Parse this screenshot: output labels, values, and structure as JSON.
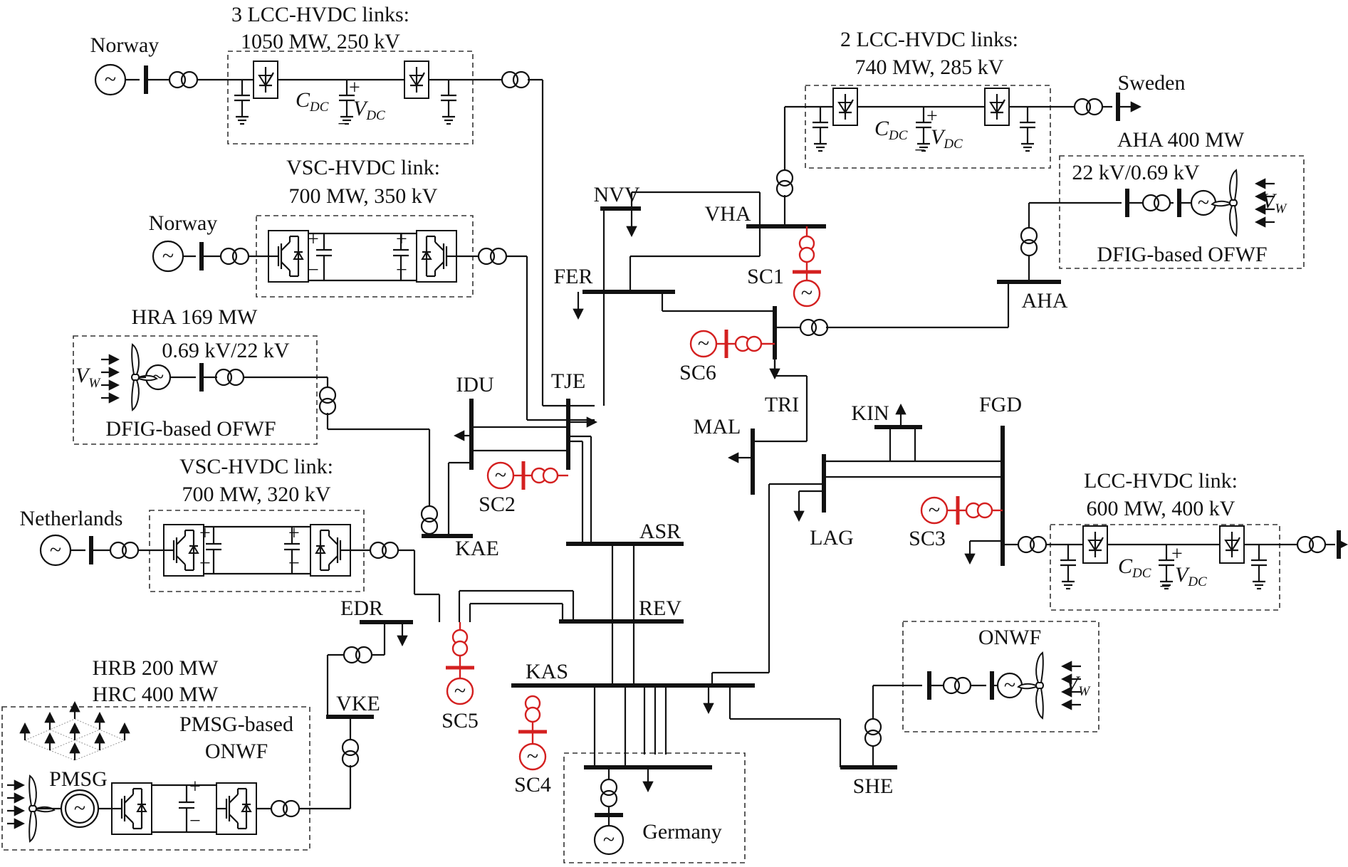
{
  "colors": {
    "line": "#111111",
    "synchronous_condenser": "#d42020",
    "box": "#333333"
  },
  "hvdc_links": {
    "lcc_norway": {
      "title": "3 LCC-HVDC links:",
      "rating": "1050 MW, 250 kV",
      "country": "Norway"
    },
    "vsc_norway": {
      "title": "VSC-HVDC link:",
      "rating": "700 MW, 350 kV",
      "country": "Norway"
    },
    "vsc_netherlands": {
      "title": "VSC-HVDC link:",
      "rating": "700 MW, 320 kV",
      "country": "Netherlands"
    },
    "lcc_sweden": {
      "title": "2 LCC-HVDC links:",
      "rating": "740 MW, 285 kV",
      "country": "Sweden"
    },
    "lcc_germany": {
      "title": "LCC-HVDC link:",
      "rating": "600 MW, 400 kV"
    }
  },
  "symbols": {
    "c": "C",
    "c_sub": "DC",
    "v": "V",
    "v_sub": "DC",
    "vw": "V",
    "vw_sub": "W",
    "plus": "+",
    "minus": "−"
  },
  "wind_farms": {
    "hra": {
      "title": "HRA 169 MW",
      "voltage": "0.69 kV/22 kV",
      "type": "DFIG-based OFWF"
    },
    "aha": {
      "title": "AHA 400 MW",
      "voltage": "22 kV/0.69 kV",
      "type": "DFIG-based OFWF"
    },
    "hrb": {
      "line1": "HRB 200 MW",
      "line2": "HRC 400 MW",
      "type1": "PMSG-based",
      "type2": "ONWF",
      "gen": "PMSG"
    },
    "onwf": {
      "title": "ONWF"
    }
  },
  "buses": {
    "nvv": "NVV",
    "vha": "VHA",
    "fer": "FER",
    "aha": "AHA",
    "tje": "TJE",
    "idu": "IDU",
    "tri": "TRI",
    "mal": "MAL",
    "kin": "KIN",
    "fgd": "FGD",
    "lag": "LAG",
    "kae": "KAE",
    "asr": "ASR",
    "rev": "REV",
    "edr": "EDR",
    "kas": "KAS",
    "vke": "VKE",
    "she": "SHE"
  },
  "condensers": {
    "sc1": "SC1",
    "sc2": "SC2",
    "sc3": "SC3",
    "sc4": "SC4",
    "sc5": "SC5",
    "sc6": "SC6"
  },
  "external": {
    "germany": "Germany"
  },
  "generator_glyph": "~"
}
